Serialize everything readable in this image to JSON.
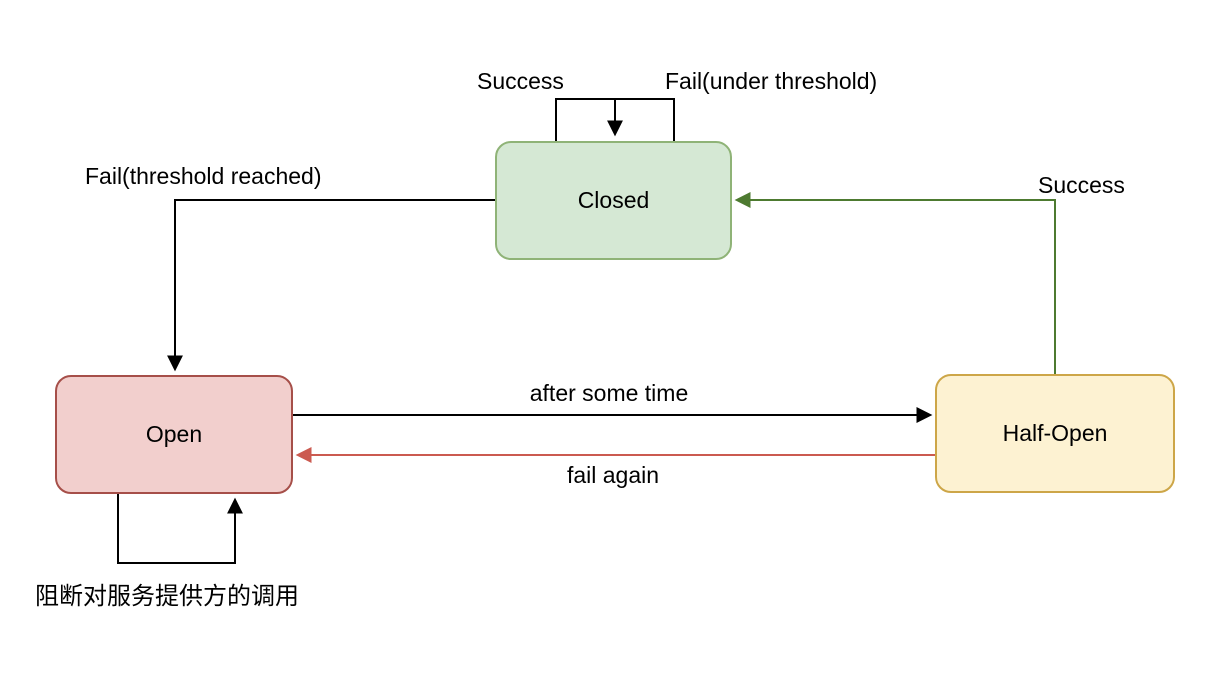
{
  "diagram": {
    "states": {
      "closed": {
        "label": "Closed",
        "fill": "#d5e8d4",
        "border": "#8fb377"
      },
      "open": {
        "label": "Open",
        "fill": "#f2cfcd",
        "border": "#a64f49"
      },
      "half_open": {
        "label": "Half-Open",
        "fill": "#fdf2d2",
        "border": "#cda648"
      }
    },
    "edges": {
      "closed_self_success": {
        "label": "Success",
        "color": "#000000"
      },
      "closed_self_fail": {
        "label": "Fail(under threshold)",
        "color": "#000000"
      },
      "closed_to_open": {
        "label": "Fail(threshold reached)",
        "color": "#000000"
      },
      "half_open_to_closed": {
        "label": "Success",
        "color": "#4d7a30"
      },
      "open_to_half_open": {
        "label": "after some time",
        "color": "#000000"
      },
      "half_open_to_open": {
        "label": "fail again",
        "color": "#cb5a50"
      },
      "open_self_loop_note": {
        "label": "阻断对服务提供方的调用",
        "color": "#000000"
      }
    }
  }
}
